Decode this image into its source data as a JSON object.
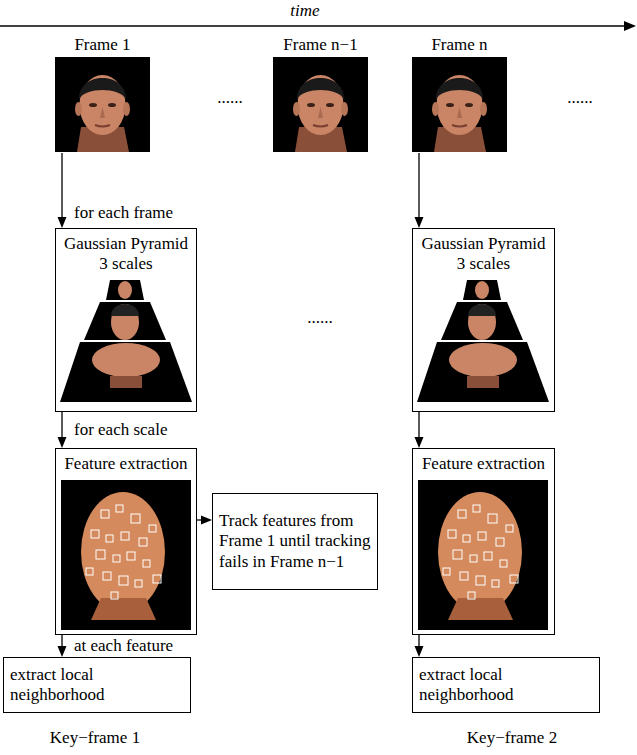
{
  "diagram": {
    "nodes": [
      {
        "text": [
          "Frame 1"
        ]
      },
      {
        "text": [
          "Frame n−1"
        ]
      },
      {
        "text": [
          "Frame n"
        ]
      },
      {
        "text": [
          "Gaussian Pyramid",
          "3 scales"
        ]
      },
      {
        "text": [
          "Gaussian Pyramid",
          "3 scales"
        ]
      },
      {
        "text": [
          "Feature extraction"
        ]
      },
      {
        "text": [
          "Track features from Frame 1 until tracking fails in Frame n−1"
        ]
      },
      {
        "text": [
          "Feature extraction"
        ]
      },
      {
        "text": [
          "extract local neighborhood"
        ]
      },
      {
        "text": [
          "extract local neighborhood"
        ]
      }
    ],
    "edges": [
      {
        "from": 0,
        "to": 3,
        "arrow": "to",
        "label": "for each frame"
      },
      {
        "from": 2,
        "to": 4,
        "arrow": "to"
      },
      {
        "from": 3,
        "to": 5,
        "arrow": "to",
        "label": "for each scale"
      },
      {
        "from": 4,
        "to": 7,
        "arrow": "to"
      },
      {
        "from": 5,
        "to": 6,
        "arrow": "to"
      },
      {
        "from": 5,
        "to": 8,
        "arrow": "to",
        "label": "at each feature"
      },
      {
        "from": 7,
        "to": 9,
        "arrow": "to"
      }
    ],
    "labels": [
      "time",
      "......",
      "......",
      "......",
      "Key−frame 1",
      "Key−frame 2"
    ]
  }
}
